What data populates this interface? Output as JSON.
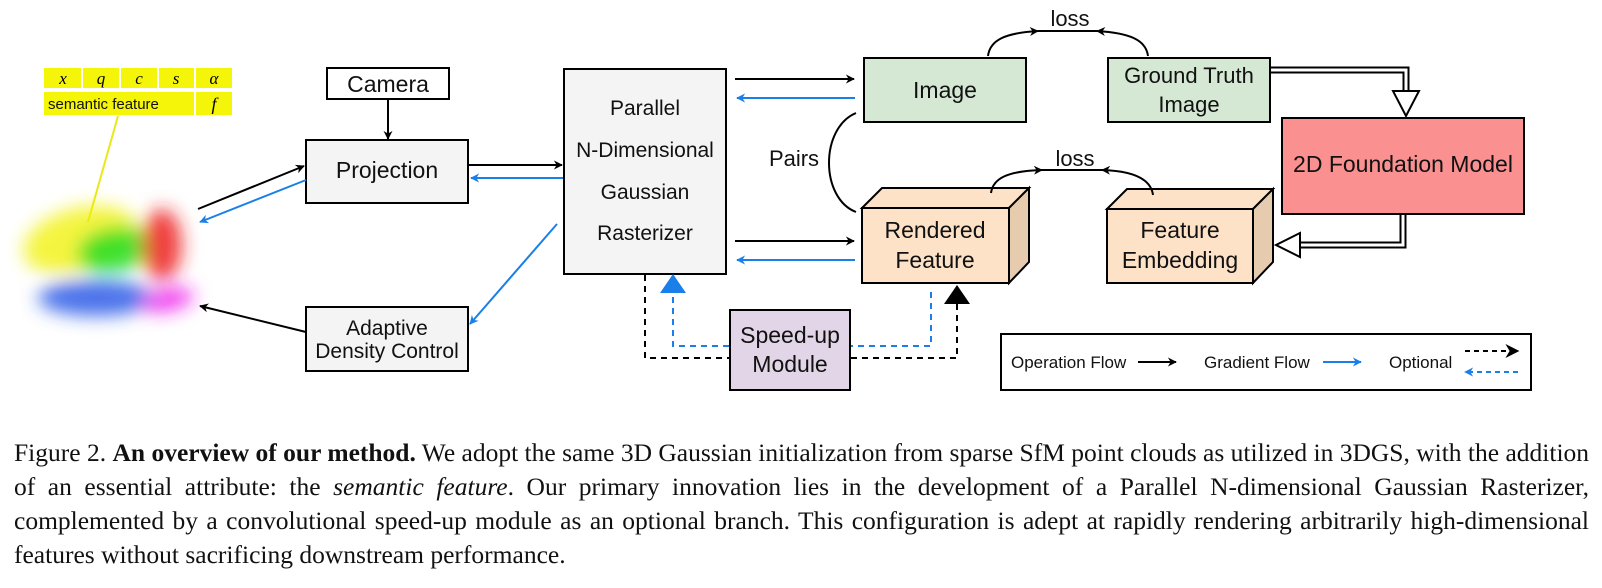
{
  "attributes": {
    "row1": [
      "x",
      "q",
      "c",
      "s",
      "α"
    ],
    "row2_label": "semantic feature",
    "row2_symbol": "f"
  },
  "nodes": {
    "camera": "Camera",
    "projection": "Projection",
    "rasterizer": [
      "Parallel",
      "N-Dimensional",
      "Gaussian",
      "Rasterizer"
    ],
    "adaptive": [
      "Adaptive",
      "Density Control"
    ],
    "image": "Image",
    "ground_truth": [
      "Ground Truth",
      "Image"
    ],
    "foundation": "2D Foundation Model",
    "rendered": [
      "Rendered",
      "Feature"
    ],
    "embedding": [
      "Feature",
      "Embedding"
    ],
    "speedup": [
      "Speed-up",
      "Module"
    ]
  },
  "edge_labels": {
    "loss_top": "loss",
    "loss_bottom": "loss",
    "pairs": "Pairs"
  },
  "legend": {
    "operation": "Operation Flow",
    "gradient": "Gradient Flow",
    "optional": "Optional"
  },
  "colors": {
    "operation": "#000000",
    "gradient": "#1a7fe8",
    "attr_yellow": "#f5f50a",
    "image_fill": "#d5e8d4",
    "feature_fill": "#fde2c8",
    "foundation_fill": "#fa9090",
    "speedup_fill": "#e1d5e7",
    "gray_fill": "#f4f4f4"
  },
  "caption": {
    "figure_label": "Figure 2.",
    "bold_title": "An overview of our method.",
    "text_part1": " We adopt the same 3D Gaussian initialization from sparse SfM point clouds as utilized in 3DGS, with the addition of an essential attribute: the ",
    "italic": "semantic feature",
    "text_part2": ". Our primary innovation lies in the development of a Parallel N-dimensional Gaussian Rasterizer, complemented by a convolutional speed-up module as an optional branch.  This configuration is adept at rapidly rendering arbitrarily high-dimensional features without sacrificing downstream performance."
  }
}
